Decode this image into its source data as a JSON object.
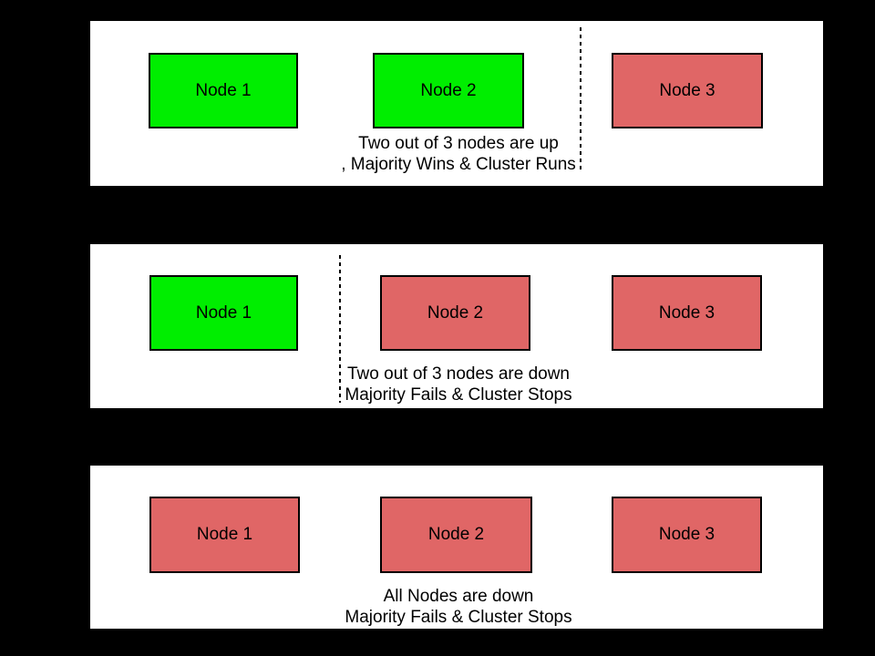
{
  "diagram": {
    "subject": "3-node cluster quorum / majority scenarios",
    "background_color": "#000000",
    "panel_background_color": "#ffffff",
    "border_color": "#000000",
    "text_color": "#000000",
    "divider_color": "#000000"
  },
  "colors": {
    "node_up": "#00ee00",
    "node_down": "#e06666"
  },
  "panels": [
    {
      "name": "two-nodes-up",
      "nodes": [
        {
          "label": "Node 1",
          "state": "up",
          "color": "#00ee00"
        },
        {
          "label": "Node 2",
          "state": "up",
          "color": "#00ee00"
        },
        {
          "label": "Node 3",
          "state": "down",
          "color": "#e06666"
        }
      ],
      "caption": {
        "line1": "Two out of 3 nodes are up",
        "line2": ", Majority Wins & Cluster Runs"
      },
      "divider": {
        "present": true,
        "position": "between Node 2 and Node 3"
      }
    },
    {
      "name": "two-nodes-down",
      "nodes": [
        {
          "label": "Node 1",
          "state": "up",
          "color": "#00ee00"
        },
        {
          "label": "Node 2",
          "state": "down",
          "color": "#e06666"
        },
        {
          "label": "Node 3",
          "state": "down",
          "color": "#e06666"
        }
      ],
      "caption": {
        "line1": "Two out of 3 nodes are down",
        "line2": "Majority Fails & Cluster Stops"
      },
      "divider": {
        "present": true,
        "position": "between Node 1 and Node 2"
      }
    },
    {
      "name": "all-nodes-down",
      "nodes": [
        {
          "label": "Node 1",
          "state": "down",
          "color": "#e06666"
        },
        {
          "label": "Node 2",
          "state": "down",
          "color": "#e06666"
        },
        {
          "label": "Node 3",
          "state": "down",
          "color": "#e06666"
        }
      ],
      "caption": {
        "line1": "All Nodes are down",
        "line2": "Majority Fails & Cluster Stops"
      },
      "divider": {
        "present": false,
        "position": null
      }
    }
  ]
}
